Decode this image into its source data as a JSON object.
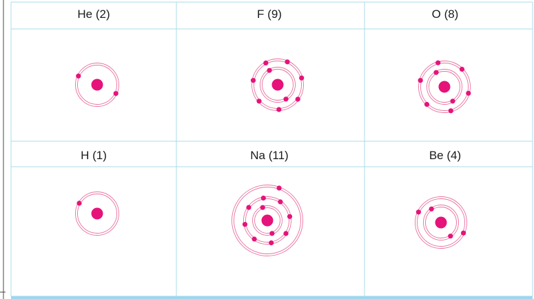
{
  "colors": {
    "grid": "#a9dce9",
    "bottom_bar": "#9ed7ee",
    "nucleus": "#e5137a",
    "electron": "#e5137a",
    "orbit": "#e9709f",
    "frame": "#444444"
  },
  "atoms": [
    {
      "label": "He (2)",
      "element": "He",
      "atomic_number": 2,
      "shells": [
        2
      ]
    },
    {
      "label": "F (9)",
      "element": "F",
      "atomic_number": 9,
      "shells": [
        2,
        7
      ]
    },
    {
      "label": "O (8)",
      "element": "O",
      "atomic_number": 8,
      "shells": [
        2,
        6
      ]
    },
    {
      "label": "H (1)",
      "element": "H",
      "atomic_number": 1,
      "shells": [
        1
      ]
    },
    {
      "label": "Na (11)",
      "element": "Na",
      "atomic_number": 11,
      "shells": [
        2,
        8,
        1
      ]
    },
    {
      "label": "Be (4)",
      "element": "Be",
      "atomic_number": 4,
      "shells": [
        2,
        2
      ]
    }
  ]
}
